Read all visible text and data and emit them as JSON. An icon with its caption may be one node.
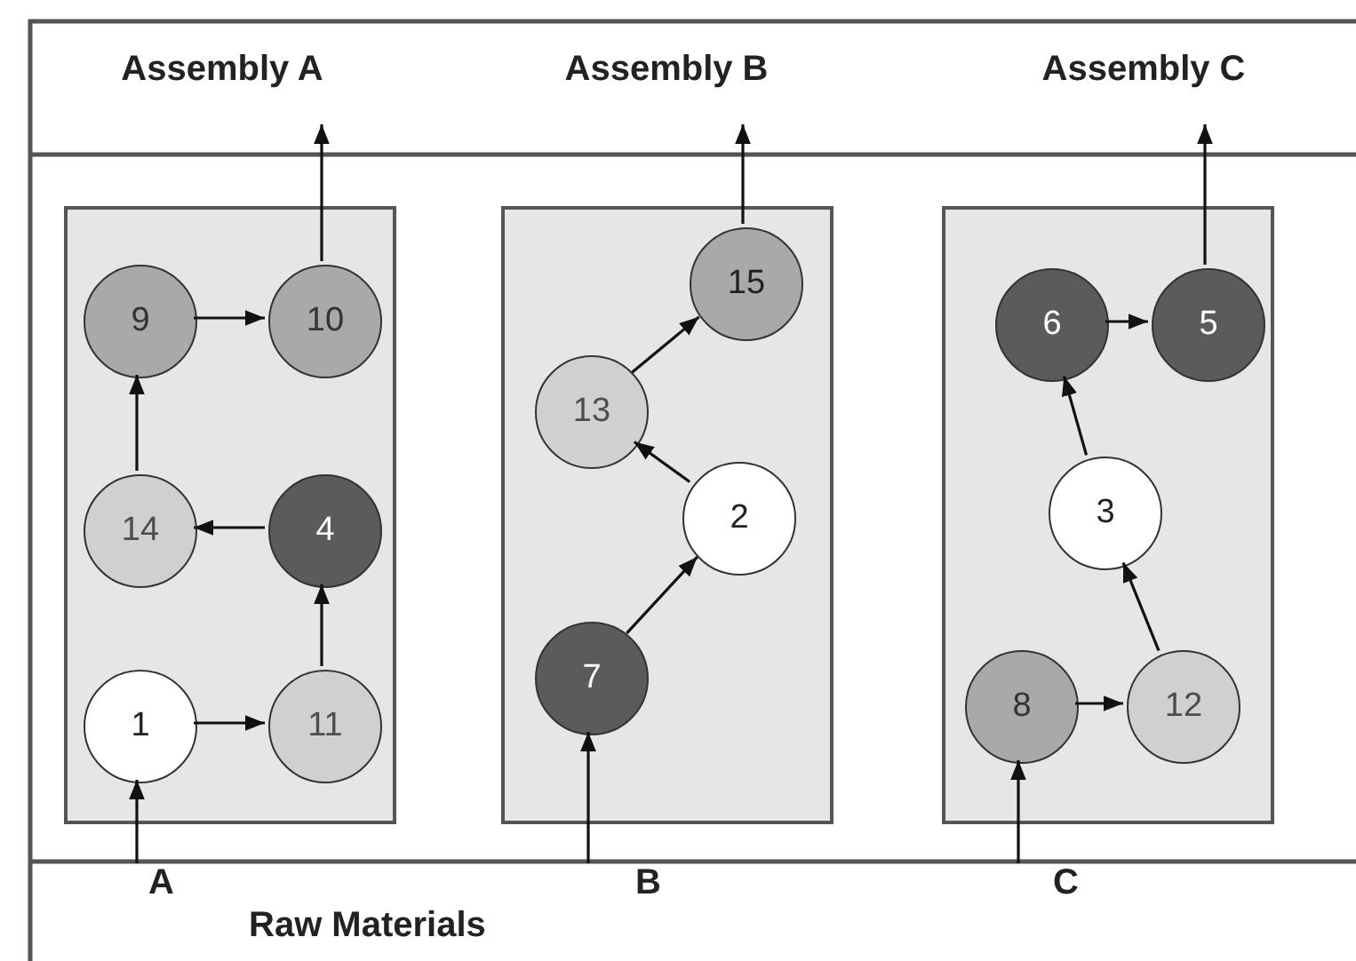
{
  "diagram": {
    "nodes": [
      {
        "text": [
          "Assembly A"
        ]
      },
      {
        "text": [
          "Assembly B"
        ]
      },
      {
        "text": [
          "Assembly C"
        ]
      },
      {
        "text": [],
        "shape": "box"
      },
      {
        "text": [],
        "shape": "box"
      },
      {
        "text": [],
        "shape": "box"
      },
      {
        "text": [
          "9"
        ],
        "in": 3
      },
      {
        "text": [
          "10"
        ],
        "in": 3
      },
      {
        "text": [
          "14"
        ],
        "in": 3
      },
      {
        "text": [
          "4"
        ],
        "in": 3
      },
      {
        "text": [
          "1"
        ],
        "in": 3
      },
      {
        "text": [
          "11"
        ],
        "in": 3
      },
      {
        "text": [
          "15"
        ],
        "in": 4
      },
      {
        "text": [
          "13"
        ],
        "in": 4
      },
      {
        "text": [
          "2"
        ],
        "in": 4
      },
      {
        "text": [
          "7"
        ],
        "in": 4
      },
      {
        "text": [
          "6"
        ],
        "in": 5
      },
      {
        "text": [
          "5"
        ],
        "in": 5
      },
      {
        "text": [
          "3"
        ],
        "in": 5
      },
      {
        "text": [
          "8"
        ],
        "in": 5
      },
      {
        "text": [
          "12"
        ],
        "in": 5
      },
      {
        "text": [
          "A"
        ]
      },
      {
        "text": [
          "B"
        ]
      },
      {
        "text": [
          "C"
        ]
      }
    ],
    "edges": [
      {
        "from": 6,
        "to": 7,
        "arrow": "to"
      },
      {
        "from": 7,
        "to": 0,
        "arrow": "to"
      },
      {
        "from": 8,
        "to": 6,
        "arrow": "to"
      },
      {
        "from": 9,
        "to": 8,
        "arrow": "to"
      },
      {
        "from": 10,
        "to": 11,
        "arrow": "to"
      },
      {
        "from": 11,
        "to": 9,
        "arrow": "to"
      },
      {
        "from": 21,
        "to": 10,
        "arrow": "to"
      },
      {
        "from": 13,
        "to": 12,
        "arrow": "to"
      },
      {
        "from": 12,
        "to": 1,
        "arrow": "to"
      },
      {
        "from": 14,
        "to": 13,
        "arrow": "to"
      },
      {
        "from": 15,
        "to": 14,
        "arrow": "to"
      },
      {
        "from": 22,
        "to": 15,
        "arrow": "to"
      },
      {
        "from": 16,
        "to": 17,
        "arrow": "to"
      },
      {
        "from": 17,
        "to": 2,
        "arrow": "to"
      },
      {
        "from": 18,
        "to": 16,
        "arrow": "to"
      },
      {
        "from": 20,
        "to": 18,
        "arrow": "to"
      },
      {
        "from": 19,
        "to": 20,
        "arrow": "to"
      },
      {
        "from": 23,
        "to": 19,
        "arrow": "to"
      }
    ],
    "labels": [
      "Raw Materials"
    ]
  }
}
